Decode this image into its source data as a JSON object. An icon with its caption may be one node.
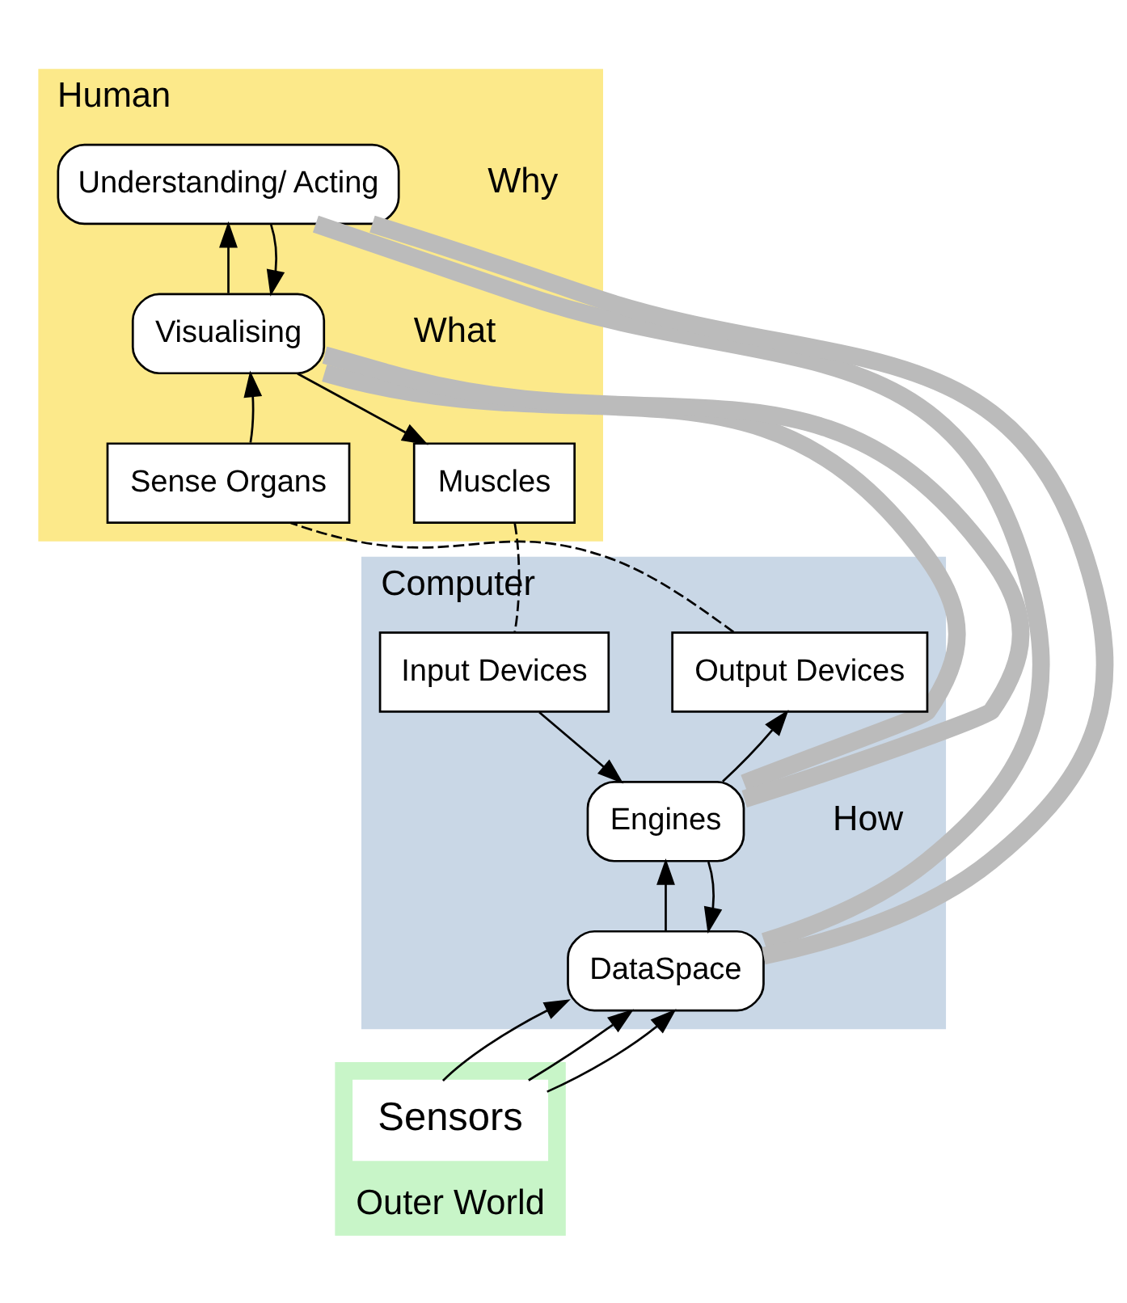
{
  "diagram": {
    "nodes": [
      {
        "text": [
          "Human"
        ]
      },
      {
        "text": [
          "Understanding/ Acting"
        ],
        "in": 0,
        "beside": [
          "Why"
        ]
      },
      {
        "text": [
          "Visualising"
        ],
        "in": 0,
        "beside": [
          "What"
        ]
      },
      {
        "text": [
          "Sense Organs"
        ],
        "in": 0
      },
      {
        "text": [
          "Muscles"
        ],
        "in": 0
      },
      {
        "text": [
          "Computer"
        ]
      },
      {
        "text": [
          "Output Devices"
        ],
        "in": 5
      },
      {
        "text": [
          "Input Devices"
        ],
        "in": 5
      },
      {
        "text": [
          "Engines"
        ],
        "in": 5,
        "beside": [
          "How"
        ]
      },
      {
        "text": [
          "DataSpace"
        ],
        "in": 5
      },
      {
        "text": [
          "Outer World"
        ]
      },
      {
        "text": [
          "Sensors"
        ],
        "in": 10
      }
    ],
    "edges": [
      {
        "from": 2,
        "to": 1,
        "arrow": "to"
      },
      {
        "from": 1,
        "to": 2,
        "arrow": "to"
      },
      {
        "from": 3,
        "to": 2,
        "arrow": "to"
      },
      {
        "from": 2,
        "to": 4,
        "arrow": "to"
      },
      {
        "from": 6,
        "to": 3,
        "arrow": "none",
        "style": "dashed"
      },
      {
        "from": 4,
        "to": 7,
        "arrow": "none",
        "style": "dashed"
      },
      {
        "from": 8,
        "to": 6,
        "arrow": "to"
      },
      {
        "from": 7,
        "to": 8,
        "arrow": "to"
      },
      {
        "from": 9,
        "to": 8,
        "arrow": "to"
      },
      {
        "from": 8,
        "to": 9,
        "arrow": "to"
      },
      {
        "from": 11,
        "to": 9,
        "arrow": "to"
      },
      {
        "from": 11,
        "to": 9,
        "arrow": "to"
      },
      {
        "from": 11,
        "to": 9,
        "arrow": "to"
      },
      {
        "from": 1,
        "to": 9,
        "arrow": "none",
        "style": "thick",
        "color": "#bbbbbb"
      },
      {
        "from": 1,
        "to": 9,
        "arrow": "none",
        "style": "thick",
        "color": "#bbbbbb"
      },
      {
        "from": 2,
        "to": 8,
        "arrow": "none",
        "style": "thick",
        "color": "#bbbbbb"
      },
      {
        "from": 2,
        "to": 8,
        "arrow": "none",
        "style": "thick",
        "color": "#bbbbbb"
      }
    ]
  }
}
